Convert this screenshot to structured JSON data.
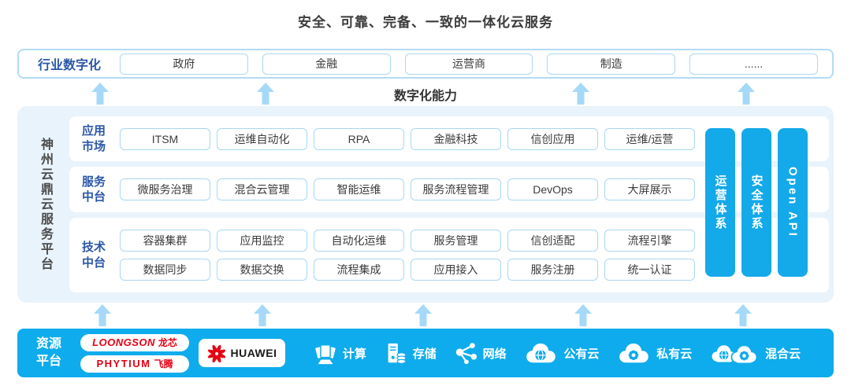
{
  "title": "安全、可靠、完备、一致的一体化云服务",
  "industry": {
    "label": "行业数字化",
    "items": [
      "政府",
      "金融",
      "运营商",
      "制造",
      "......"
    ]
  },
  "capability_label": "数字化能力",
  "platform": {
    "name": "神州云鼎云服务平台",
    "rows": [
      {
        "label": "应用市场",
        "line1": [
          "ITSM",
          "运维自动化",
          "RPA",
          "金融科技",
          "信创应用",
          "运维/运营"
        ]
      },
      {
        "label": "服务中台",
        "line1": [
          "微服务治理",
          "混合云管理",
          "智能运维",
          "服务流程管理",
          "DevOps",
          "大屏展示"
        ]
      },
      {
        "label": "技术中台",
        "line1": [
          "容器集群",
          "应用监控",
          "自动化运维",
          "服务管理",
          "信创适配",
          "流程引擎"
        ],
        "line2": [
          "数据同步",
          "数据交换",
          "流程集成",
          "应用接入",
          "服务注册",
          "统一认证"
        ]
      }
    ],
    "side_bars": [
      "运营体系",
      "安全体系",
      "Open API"
    ]
  },
  "resources": {
    "label": "资源平台",
    "vendors": {
      "loongson": {
        "en": "LOONGSON",
        "zh": "龙芯"
      },
      "phytium": {
        "en": "PHYTIUM",
        "zh": "飞腾"
      },
      "huawei": "HUAWEI"
    },
    "items": [
      {
        "icon": "compute-icon",
        "label": "计算"
      },
      {
        "icon": "storage-icon",
        "label": "存储"
      },
      {
        "icon": "network-icon",
        "label": "网络"
      },
      {
        "icon": "public-cloud-icon",
        "label": "公有云"
      },
      {
        "icon": "private-cloud-icon",
        "label": "私有云"
      },
      {
        "icon": "hybrid-cloud-icon",
        "label": "混合云"
      }
    ]
  },
  "colors": {
    "accent_blue": "#0eacec",
    "side_bar_blue": "#14a9e9",
    "arrow_light_blue": "#a6d9f7",
    "panel_bg": "#e9f3fb",
    "box_border": "#a9d7f3",
    "label_blue": "#2b57a8",
    "logo_red": "#e60012",
    "text_dark": "#3b3b3b"
  }
}
